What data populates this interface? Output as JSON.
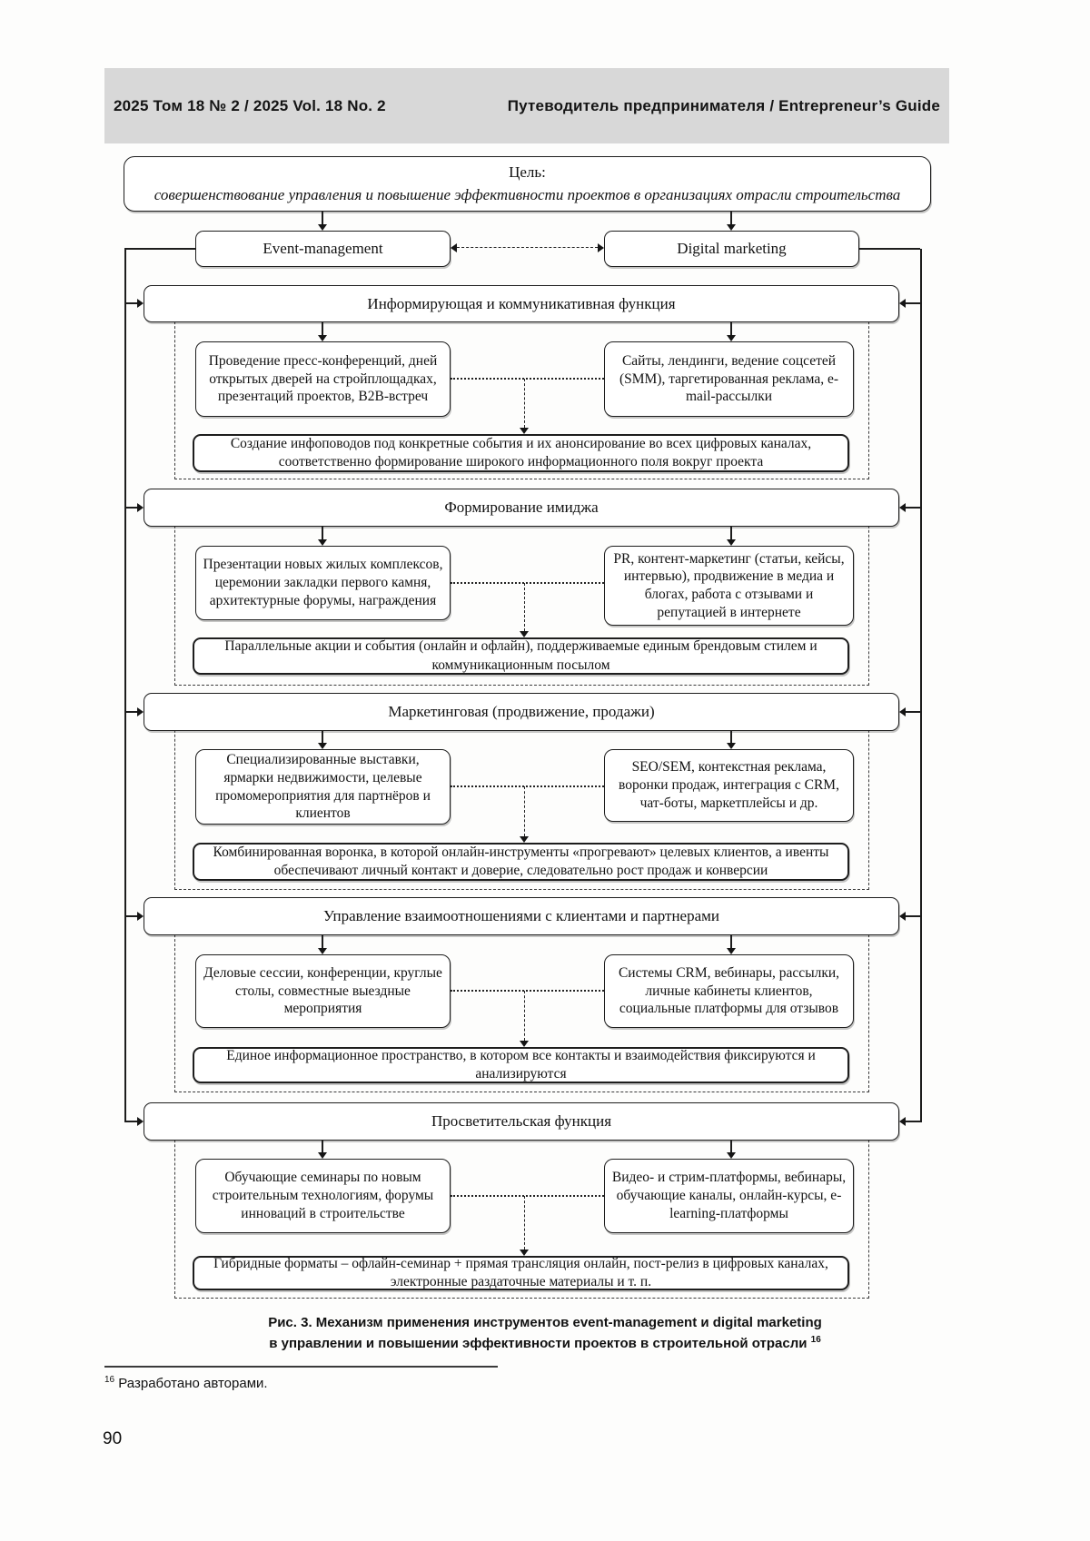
{
  "page": {
    "header_left": "2025  Том 18  № 2  /  2025  Vol. 18  No. 2",
    "header_right": "Путеводитель предпринимателя  /  Entrepreneur’s Guide",
    "page_number": "90"
  },
  "diagram": {
    "goal_label": "Цель:",
    "goal_text": "совершенствование управления и повышение эффективности проектов в организациях отрасли строительства",
    "left_branch": "Event-management",
    "right_branch": "Digital marketing",
    "sections": [
      {
        "title": "Информирующая и коммуникативная функция",
        "event_tools": "Проведение пресс-конференций, дней открытых дверей на стройплощадках, презентаций проектов, B2B-встреч",
        "digital_tools": "Сайты, лендинги, ведение соцсетей (SMM), таргетированная реклама, e-mail-рассылки",
        "synergy": "Создание инфоповодов под конкретные события и их анонсирование во всех цифровых каналах, соответственно формирование широкого информационного поля вокруг проекта"
      },
      {
        "title": "Формирование имиджа",
        "event_tools": "Презентации новых жилых комплексов, церемонии закладки первого камня, архитектурные форумы, награждения",
        "digital_tools": "PR, контент-маркетинг (статьи, кейсы, интервью), продвижение в медиа и блогах, работа с отзывами и репутацией в интернете",
        "synergy": "Параллельные акции и события (онлайн и офлайн), поддерживаемые единым брендовым стилем и коммуникационным посылом"
      },
      {
        "title": "Маркетинговая (продвижение, продажи)",
        "event_tools": "Специализированные выставки, ярмарки недвижимости, целевые промомероприятия для партнёров и клиентов",
        "digital_tools": "SEO/SEM, контекстная реклама, воронки продаж, интеграция с CRM, чат-боты, маркетплейсы и др.",
        "synergy": "Комбинированная воронка, в которой онлайн-инструменты «прогревают» целевых клиентов, а ивенты обеспечивают личный контакт и доверие, следовательно рост продаж и конверсии"
      },
      {
        "title": "Управление взаимоотношениями с клиентами и партнерами",
        "event_tools": "Деловые сессии, конференции, круглые столы, совместные выездные мероприятия",
        "digital_tools": "Системы CRM, вебинары, рассылки, личные кабинеты клиентов, социальные платформы для отзывов",
        "synergy": "Единое информационное пространство, в котором все контакты и взаимодействия фиксируются и анализируются"
      },
      {
        "title": "Просветительская функция",
        "event_tools": "Обучающие семинары по новым строительным технологиям, форумы инноваций в строительстве",
        "digital_tools": "Видео- и стрим-платформы, вебинары, обучающие каналы, онлайн-курсы, e-learning-платформы",
        "synergy": "Гибридные форматы – офлайн-семинар + прямая трансляция онлайн, пост-релиз в цифровых каналах, электронные раздаточные материалы и т. п."
      }
    ]
  },
  "caption": {
    "line1": "Рис. 3. Механизм применения инструментов event-management и digital marketing",
    "line2": "в управлении и повышении эффективности проектов в строительной отрасли",
    "footnote_ref": "16"
  },
  "footnote": {
    "marker": "16",
    "text": "Разработано авторами."
  }
}
